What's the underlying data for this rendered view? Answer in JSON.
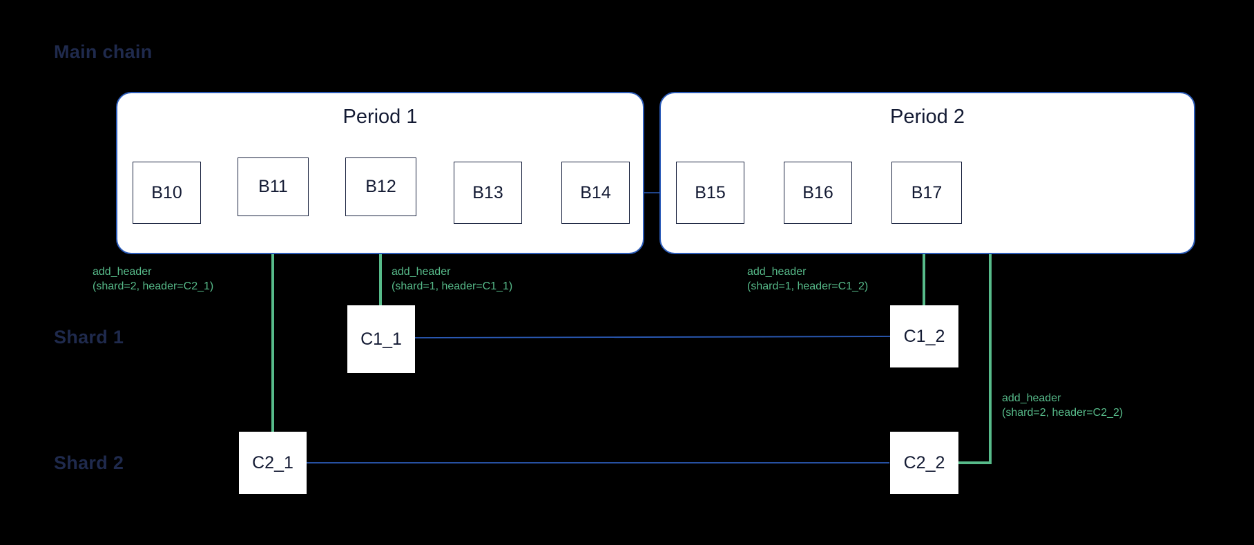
{
  "diagram": {
    "title_labels": {
      "main_chain": "Main chain",
      "shard1": "Shard 1",
      "shard2": "Shard 2"
    },
    "colors": {
      "background": "#000000",
      "period_border": "#2b5bb8",
      "block_border": "#17203d",
      "block_fill": "#ffffff",
      "row_label": "#1f2a4d",
      "annotation_green": "#57bb8a",
      "link_blue": "#2b5bb8"
    },
    "periods": [
      {
        "id": "period-1",
        "title": "Period 1"
      },
      {
        "id": "period-2",
        "title": "Period 2"
      }
    ],
    "main_chain_blocks": [
      {
        "id": "b10",
        "label": "B10"
      },
      {
        "id": "b11",
        "label": "B11"
      },
      {
        "id": "b12",
        "label": "B12"
      },
      {
        "id": "b13",
        "label": "B13"
      },
      {
        "id": "b14",
        "label": "B14"
      },
      {
        "id": "b15",
        "label": "B15"
      },
      {
        "id": "b16",
        "label": "B16"
      },
      {
        "id": "b17",
        "label": "B17"
      }
    ],
    "shard1_blocks": [
      {
        "id": "c1_1",
        "label": "C1_1"
      },
      {
        "id": "c1_2",
        "label": "C1_2"
      }
    ],
    "shard2_blocks": [
      {
        "id": "c2_1",
        "label": "C2_1"
      },
      {
        "id": "c2_2",
        "label": "C2_2"
      }
    ],
    "annotations": [
      {
        "id": "annot-b11",
        "line1": "add_header",
        "line2": "(shard=2, header=C2_1)"
      },
      {
        "id": "annot-b12",
        "line1": "add_header",
        "line2": "(shard=1, header=C1_1)"
      },
      {
        "id": "annot-b17-c1",
        "line1": "add_header",
        "line2": "(shard=1, header=C1_2)"
      },
      {
        "id": "annot-b17-c2",
        "line1": "add_header",
        "line2": "(shard=2, header=C2_2)"
      }
    ]
  }
}
